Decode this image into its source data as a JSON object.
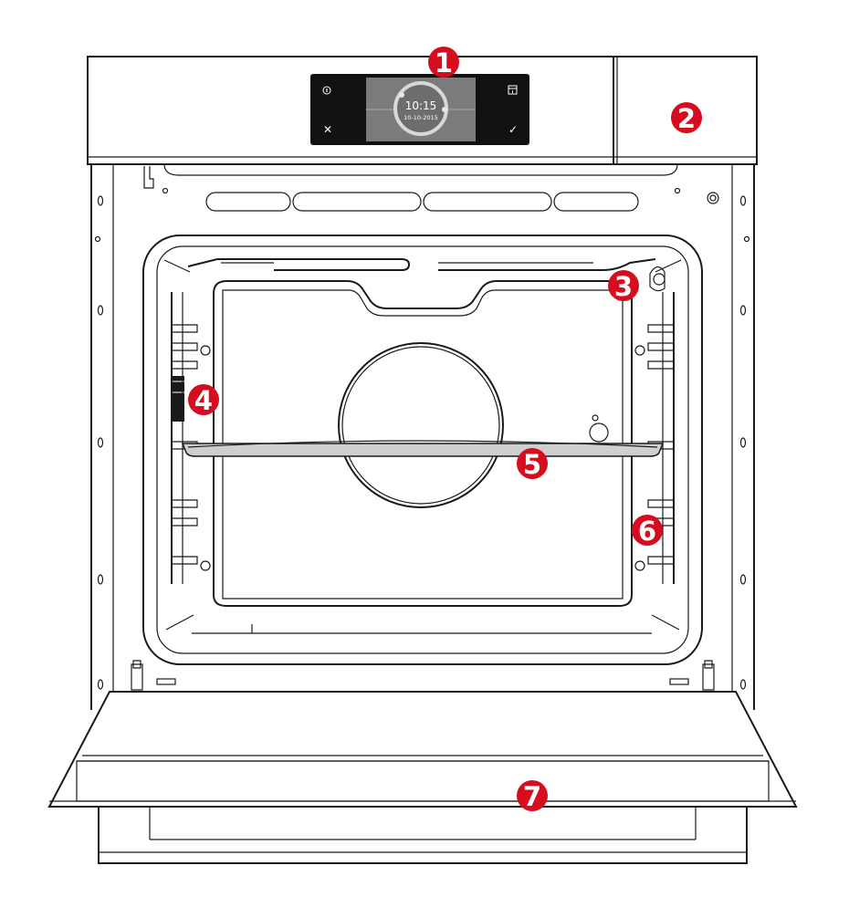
{
  "display": {
    "time": "10:15",
    "date": "10-10-2015",
    "cancel_symbol": "✕",
    "confirm_symbol": "✓",
    "icons": [
      "info-icon",
      "timer-icon",
      "cancel-icon",
      "confirm-icon"
    ]
  },
  "callouts": [
    {
      "number": "1"
    },
    {
      "number": "2"
    },
    {
      "number": "3"
    },
    {
      "number": "4"
    },
    {
      "number": "5"
    },
    {
      "number": "6"
    },
    {
      "number": "7"
    }
  ],
  "colors": {
    "callout": "#d50d1f",
    "screen": "#111111",
    "screen_panel": "#7b7b7b",
    "line": "#1a1a1a"
  }
}
